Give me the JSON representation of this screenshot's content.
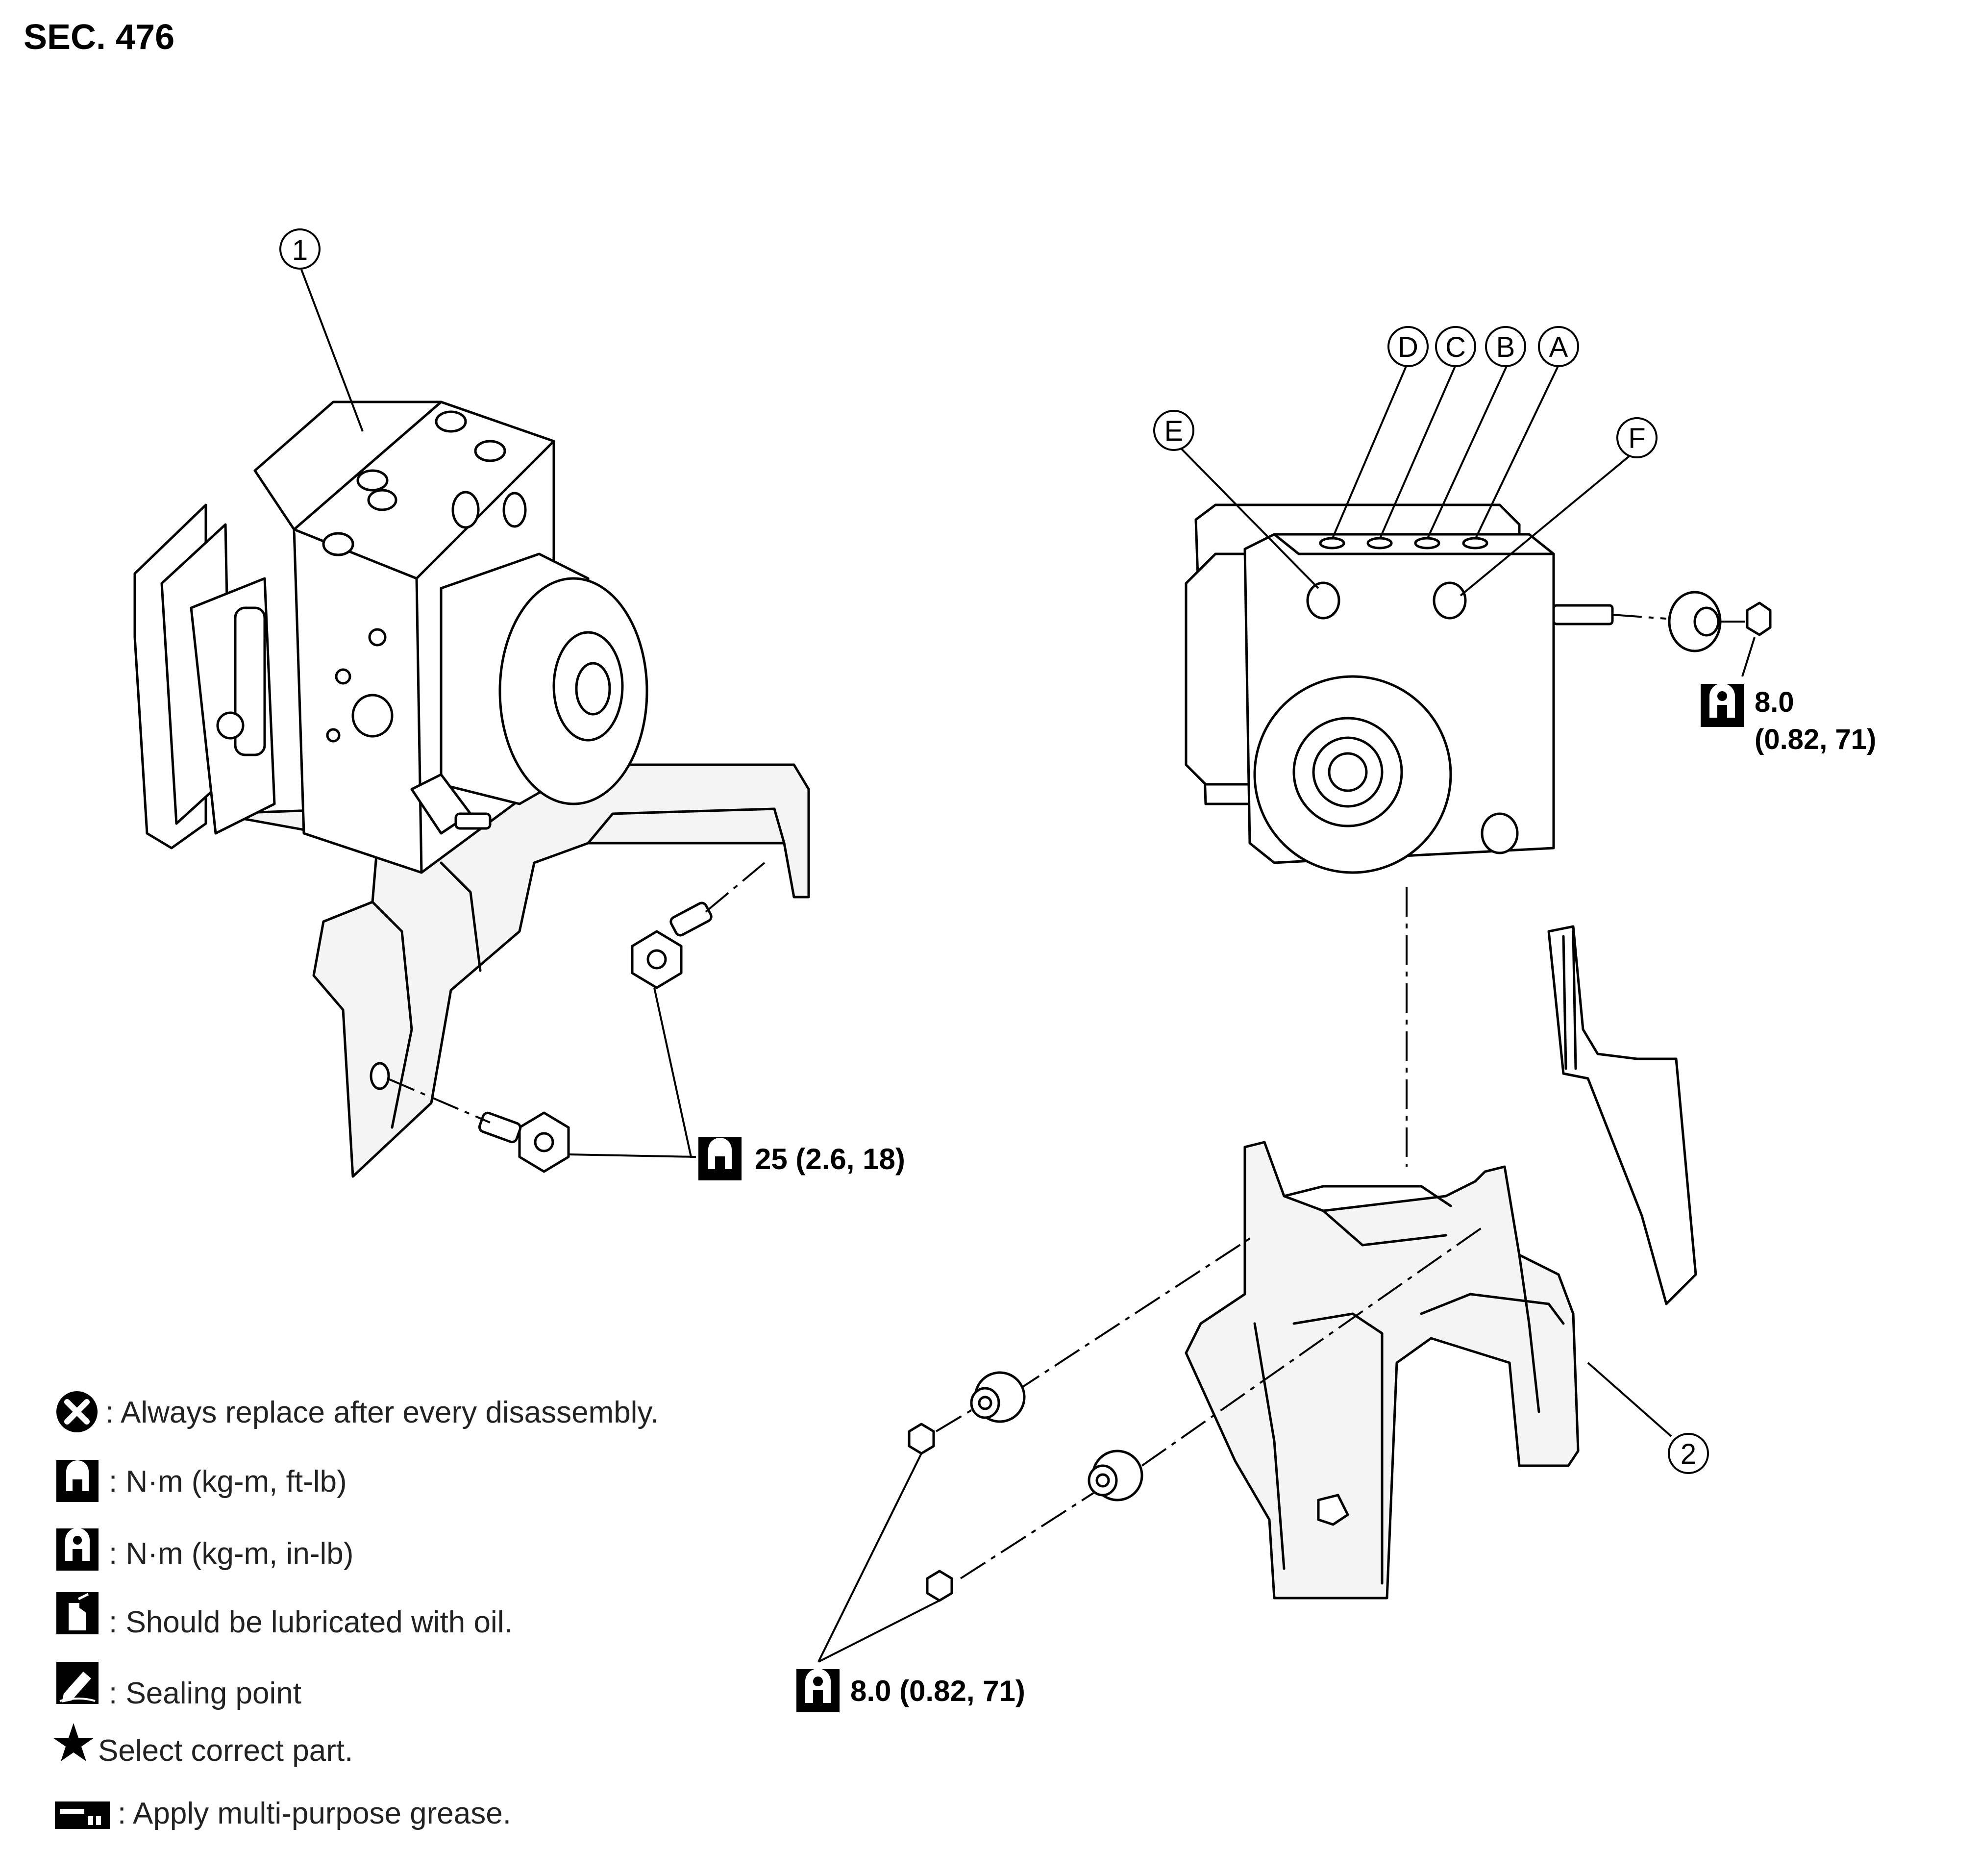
{
  "section_title": "SEC. 476",
  "callouts": {
    "part_1": "1",
    "part_2": "2",
    "port_a": "A",
    "port_b": "B",
    "port_c": "C",
    "port_d": "D",
    "port_e": "E",
    "port_f": "F"
  },
  "torque": {
    "bracket_bolts": "25 (2.6, 18)",
    "actuator_nut_line1": "8.0",
    "actuator_nut_line2": "(0.82, 71)",
    "bracket_nuts": "8.0 (0.82, 71)"
  },
  "legend": [
    {
      "icon": "always-replace-icon",
      "text": ": Always replace after every disassembly."
    },
    {
      "icon": "torque-ftlb-icon",
      "text": ": N·m (kg-m, ft-lb)"
    },
    {
      "icon": "torque-inlb-icon",
      "text": ": N·m (kg-m, in-lb)"
    },
    {
      "icon": "oil-lubricate-icon",
      "text": ": Should be lubricated with oil."
    },
    {
      "icon": "sealing-point-icon",
      "text": ": Sealing point"
    },
    {
      "icon": "star-icon",
      "text": "Select correct part."
    },
    {
      "icon": "grease-icon",
      "text": ": Apply multi-purpose grease."
    }
  ]
}
